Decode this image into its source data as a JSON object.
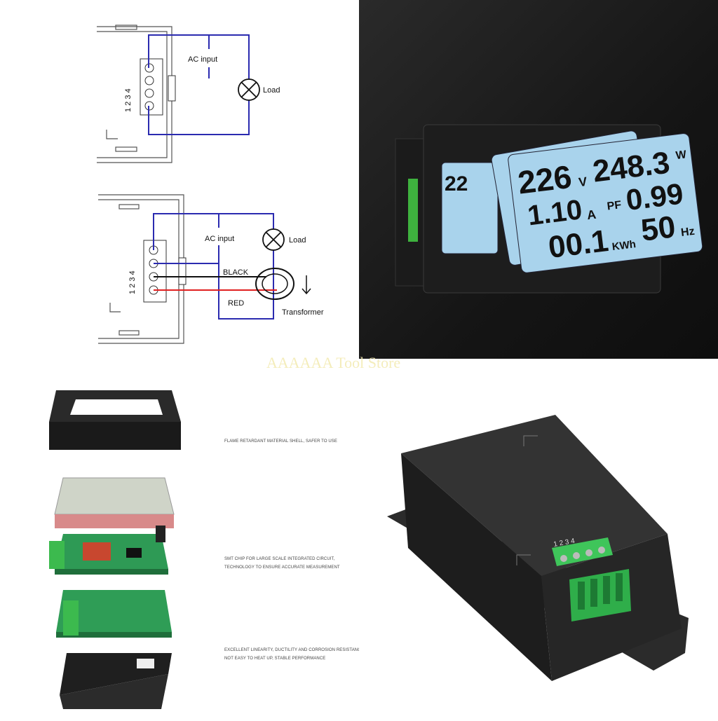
{
  "diagram": {
    "top": {
      "terminal_numbers": "1 2 3 4",
      "ac_input": "AC input",
      "load": "Load"
    },
    "bottom": {
      "terminal_numbers": "1 2 3 4",
      "ac_input": "AC input",
      "load": "Load",
      "black": "BLACK",
      "red": "RED",
      "transformer": "Transformer"
    },
    "colors": {
      "wire_blue": "#2b2bb0",
      "wire_red": "#e02020",
      "wire_black": "#111111"
    }
  },
  "display": {
    "voltage": "226",
    "voltage_unit": "V",
    "power": "248.3",
    "power_unit": "W",
    "current": "1.10",
    "current_unit": "A",
    "pf_label": "PF",
    "pf": "0.99",
    "energy": "00.1",
    "energy_unit": "KWh",
    "frequency": "50",
    "frequency_unit": "Hz",
    "back_frequency_unit": "Hz",
    "lcd_color": "#a9d3ec"
  },
  "watermark": "AAAAAA Tool Store",
  "features": [
    {
      "line1": "FLAME RETARDANT MATERIAL SHELL, SAFER TO USE",
      "line2": ""
    },
    {
      "line1": "SMT CHIP FOR LARGE SCALE INTEGRATED CIRCUIT,",
      "line2": "TECHNOLOGY TO ENSURE ACCURATE MEASUREMENT"
    },
    {
      "line1": "EXCELLENT LINEARITY, DUCTILITY AND CORROSION RESISTANCE,",
      "line2": "NOT EASY TO HEAT UP, STABLE PERFORMANCE"
    }
  ],
  "device_back": {
    "terminal_numbers": "1 2 3 4"
  }
}
